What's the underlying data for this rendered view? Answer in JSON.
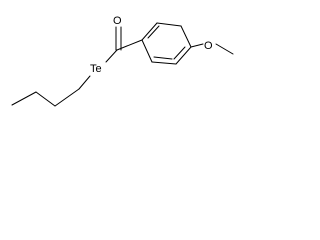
{
  "molecule": {
    "atoms": {
      "oxygen_carbonyl": "O",
      "tellurium": "Te",
      "oxygen_ether": "O"
    }
  }
}
